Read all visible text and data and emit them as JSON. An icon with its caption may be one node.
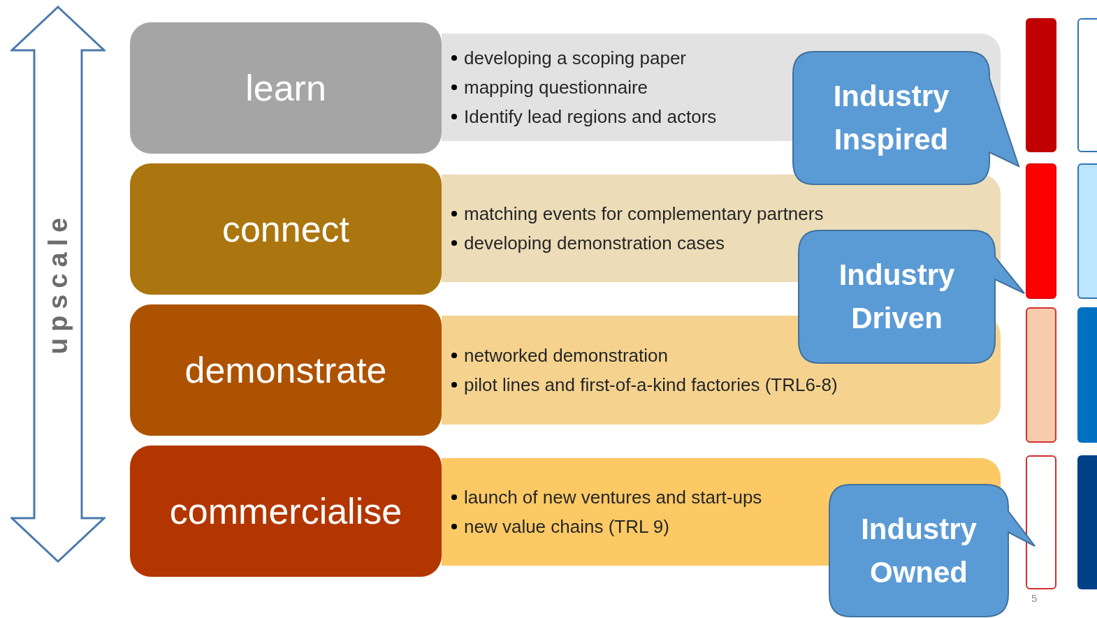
{
  "diagram": {
    "nodes": [
      {
        "text": [
          "upscale"
        ]
      },
      {
        "text": [
          "learn"
        ]
      },
      {
        "text": [
          "developing a scoping paper",
          "mapping questionnaire",
          "Identify lead regions and actors"
        ]
      },
      {
        "text": [
          "Industry Inspired"
        ]
      },
      {
        "text": [
          "connect"
        ]
      },
      {
        "text": [
          "matching events for complementary partners",
          "developing demonstration cases"
        ]
      },
      {
        "text": [
          "Industry Driven"
        ]
      },
      {
        "text": [
          "demonstrate"
        ]
      },
      {
        "text": [
          "networked demonstration",
          "pilot lines and first-of-a-kind factories (TRL6-8)"
        ]
      },
      {
        "text": [
          "commercialise"
        ]
      },
      {
        "text": [
          "launch of new ventures and start-ups",
          "new value chains (TRL 9)"
        ]
      },
      {
        "text": [
          "Industry Owned"
        ]
      },
      {
        "text": [],
        "shape": "bar"
      },
      {
        "text": [],
        "shape": "bar"
      },
      {
        "text": [],
        "shape": "bar"
      },
      {
        "text": [],
        "shape": "bar"
      },
      {
        "text": [],
        "shape": "bar"
      },
      {
        "text": [],
        "shape": "bar"
      },
      {
        "text": [],
        "shape": "bar"
      },
      {
        "text": [],
        "shape": "bar"
      }
    ],
    "labels": [
      "5"
    ]
  }
}
